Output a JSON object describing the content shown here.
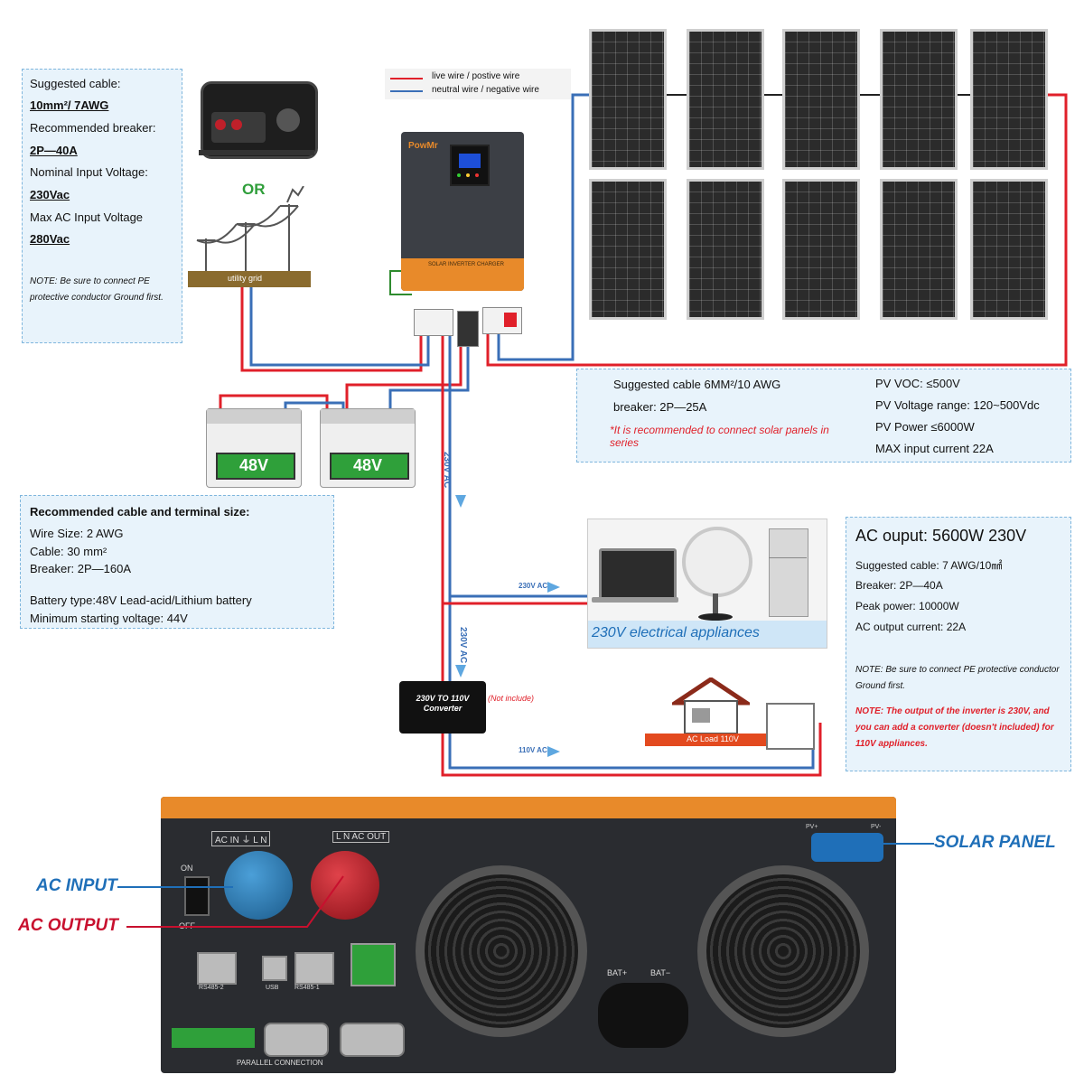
{
  "input_box": {
    "cable_label": "Suggested cable:",
    "cable_value": "10mm²/ 7AWG",
    "breaker_label": "Recommended breaker:",
    "breaker_value": "2P—40A",
    "nominal_label": "Nominal Input Voltage:",
    "nominal_value": "230Vac",
    "max_label": "Max AC Input Voltage",
    "max_value": "280Vac",
    "note": "NOTE: Be sure to connect PE protective conductor Ground first."
  },
  "or_label": "OR",
  "utility_label": "utility grid",
  "legend": {
    "live": "live wire / postive wire",
    "neutral": "neutral wire / negative wire",
    "live_color": "#e0202a",
    "neutral_color": "#3a6fb7"
  },
  "inverter_front": {
    "brand": "PowMr",
    "label": "SOLAR INVERTER CHARGER"
  },
  "pv_box": {
    "cable": "Suggested cable 6MM²/10 AWG",
    "breaker": "breaker: 2P—25A",
    "recommend": "*It is recommended to connect solar panels in series",
    "voc": "PV VOC: ≤500V",
    "range": "PV Voltage range: 120~500Vdc",
    "power": "PV Power ≤6000W",
    "current": "MAX input current 22A"
  },
  "batteries": [
    "48V",
    "48V"
  ],
  "battery_box": {
    "title": "Recommended cable and terminal size:",
    "wire": "Wire Size: 2 AWG",
    "cable": "Cable: 30 mm²",
    "breaker": "Breaker: 2P—160A",
    "type": "Battery type:48V Lead-acid/Lithium battery",
    "min": "Minimum starting voltage: 44V"
  },
  "wire_labels": {
    "ac_vertical_1": "230V AC",
    "ac_vertical_2": "230V AC",
    "ac_to_appliances": "230V AC",
    "ac_to_load": "110V AC"
  },
  "appliances_label": "230V electrical appliances",
  "converter": {
    "label": "230V TO 110V Converter",
    "not_included": "(Not include)"
  },
  "ac_load_label": "AC Load 110V",
  "ac_output_box": {
    "title": "AC ouput: 5600W 230V",
    "cable": "Suggested cable: 7 AWG/10㎟",
    "breaker": "Breaker: 2P—40A",
    "peak": "Peak power: 10000W",
    "current": "AC output current: 22A",
    "note1": "NOTE: Be sure to connect PE protective conductor Ground first.",
    "note2": "NOTE: The output of the inverter is 230V, and you can add a converter (doesn't included) for 110V appliances."
  },
  "rear_panel": {
    "ac_in_label": "AC IN ⏚ L N",
    "ac_out_label": "L N AC OUT",
    "switch_on": "ON",
    "switch_off": "OFF",
    "rs485_2": "RS485-2",
    "usb": "USB",
    "rs485_1": "RS485-1",
    "bat_plus": "BAT+",
    "bat_minus": "BAT−",
    "parallel": "PARALLEL CONNECTION",
    "pv_plus": "PV+",
    "pv_minus": "PV-"
  },
  "callouts": {
    "ac_input": "AC INPUT",
    "ac_output": "AC OUTPUT",
    "solar_panel": "SOLAR PANEL"
  },
  "colors": {
    "info_bg": "#e8f3fb",
    "accent_orange": "#e88a2a",
    "callout_blue": "#1f6fb8",
    "callout_red": "#c8102e"
  }
}
